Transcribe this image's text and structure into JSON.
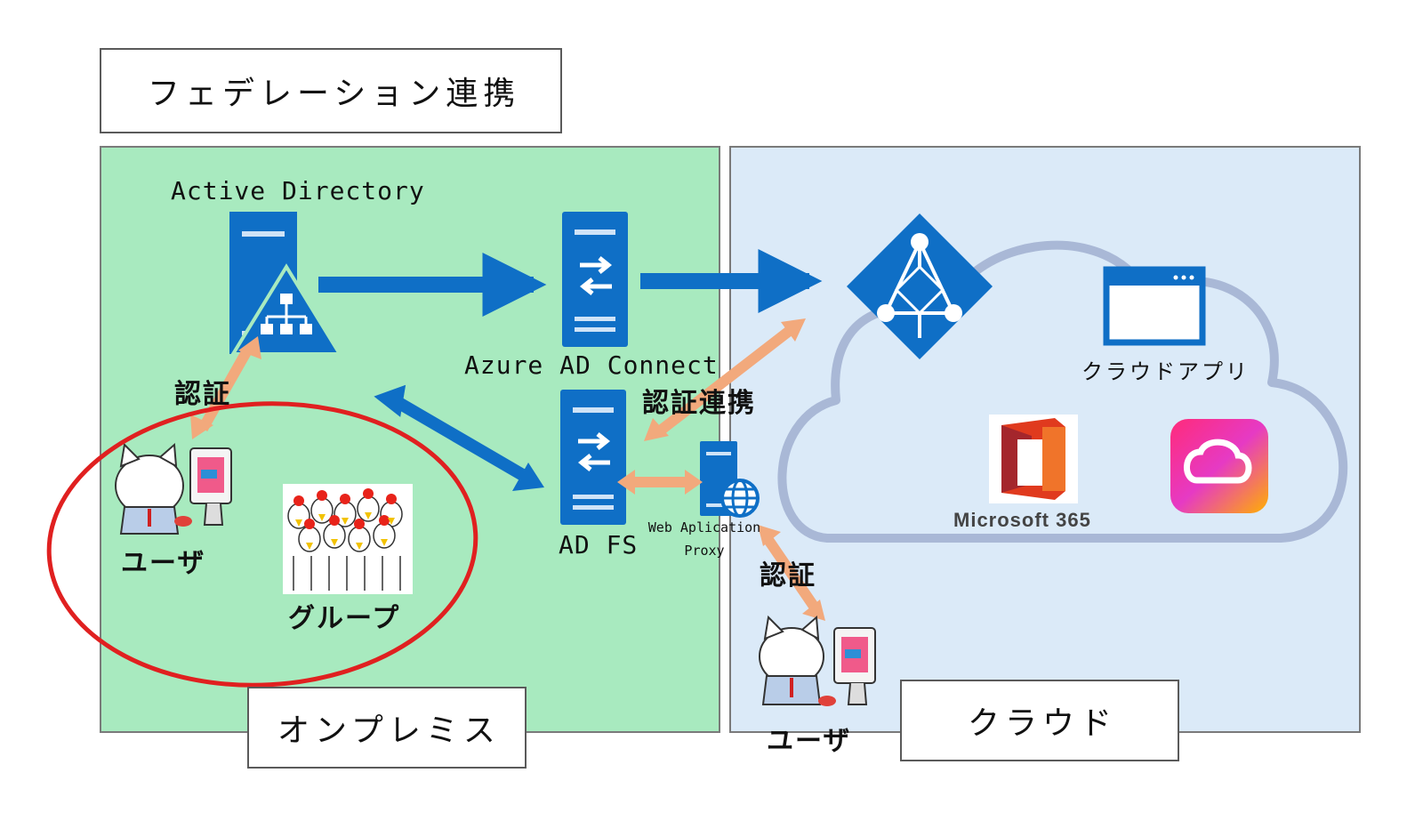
{
  "title": "フェデレーション連携",
  "zones": {
    "onprem": {
      "label": "オンプレミス",
      "color": "#a8eabf"
    },
    "cloud": {
      "label": "クラウド",
      "color": "#dbeaf8"
    }
  },
  "nodes": {
    "active_directory": "Active Directory",
    "aad_connect": "Azure AD Connect",
    "adfs": "AD FS",
    "wap_line1": "Web Aplication",
    "wap_line2": "Proxy",
    "cloud_app": "クラウドアプリ",
    "m365": "Microsoft 365",
    "user_onprem": "ユーザ",
    "group": "グループ",
    "user_cloud": "ユーザ"
  },
  "edges": {
    "auth_onprem": "認証",
    "auth_federation": "認証連携",
    "auth_cloud": "認証"
  },
  "colors": {
    "blue": "#0f6fc6",
    "orange": "#f2a97c",
    "red_circle": "#e02020",
    "cloud_stroke": "#a9b8d6"
  }
}
